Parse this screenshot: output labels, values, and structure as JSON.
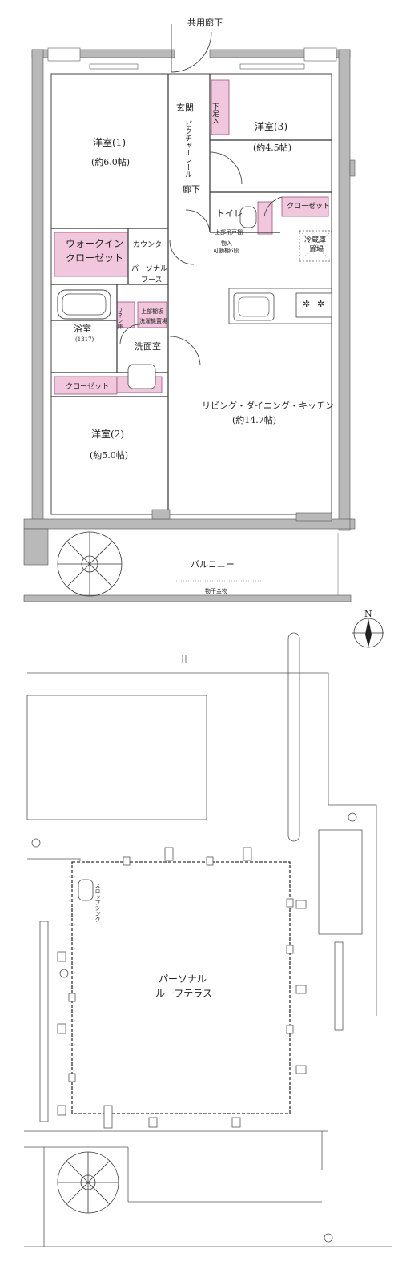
{
  "upper_plan": {
    "common_corridor": "共用廊下",
    "entrance": "玄関",
    "shoe_storage": "下足入",
    "picture_rail": "ピクチャーレール",
    "hallway": "廊下",
    "room1": {
      "name": "洋室(1)",
      "size": "(約6.0帖)"
    },
    "room2": {
      "name": "洋室(2)",
      "size": "(約5.0帖)"
    },
    "room3": {
      "name": "洋室(3)",
      "size": "(約4.5帖)"
    },
    "walk_in_closet_1": "ウォークイン",
    "walk_in_closet_2": "クローゼット",
    "counter": "カウンター",
    "personal_booth_1": "パーソナル",
    "personal_booth_2": "ブース",
    "toilet": "トイレ",
    "upper_cabinet": "上部吊戸棚",
    "storage_1": "物入",
    "storage_2": "可動棚6段",
    "closet_room3": "クローゼット",
    "fridge_1": "冷蔵庫",
    "fridge_2": "置場",
    "bathroom": "浴室",
    "bathroom_size": "(1317)",
    "linen": "リネン庫",
    "upper_shelf_1": "上部棚板",
    "upper_shelf_2": "洗濯機置場",
    "washroom": "洗面室",
    "closet_room2": "クローゼット",
    "ldk_name": "リビング・ダイニング・キッチン",
    "ldk_size": "(約14.7帖)",
    "balcony": "バルコニー",
    "drying_hardware": "物干金物",
    "compass_n": "N"
  },
  "lower_plan": {
    "slop_sink": "スロップシンク",
    "roof_terrace_1": "パーソナル",
    "roof_terrace_2": "ルーフテラス"
  }
}
